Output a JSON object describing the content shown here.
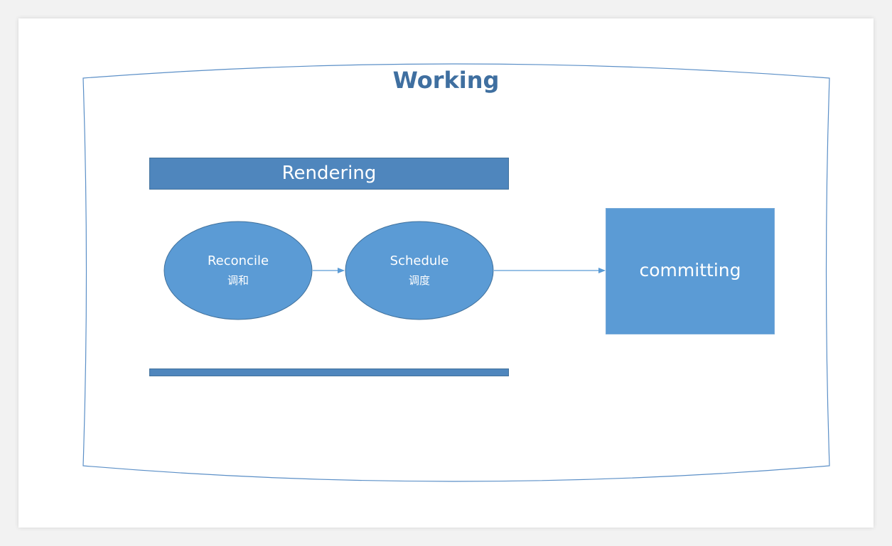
{
  "diagram": {
    "title": "Working",
    "rendering_label": "Rendering",
    "reconcile": {
      "label": "Reconcile",
      "sublabel": "调和"
    },
    "schedule": {
      "label": "Schedule",
      "sublabel": "调度"
    },
    "committing_label": "committing"
  },
  "colors": {
    "title": "#3f6fa0",
    "bar": "#4f86bd",
    "shape_fill": "#5b9bd5",
    "outline": "#41719c",
    "connector": "#5b9bd5"
  }
}
